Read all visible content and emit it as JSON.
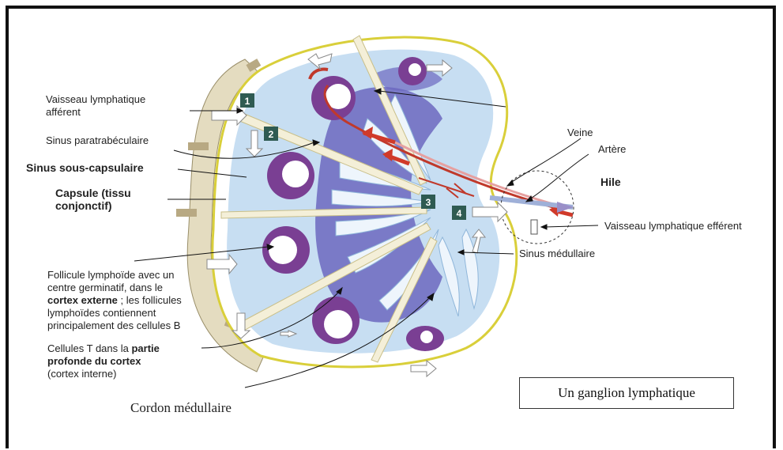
{
  "labels": {
    "vaisseau_afferent_1": "Vaisseau lymphatique",
    "vaisseau_afferent_2": "afférent",
    "sinus_paratrabeculaire": "Sinus paratrabéculaire",
    "sinus_sous_capsulaire": "Sinus sous-capsulaire",
    "capsule_1": "Capsule (tissu",
    "capsule_2": "conjonctif)",
    "follicule_1": "Follicule lymphoïde avec un",
    "follicule_2": "centre germinatif, dans le",
    "follicule_3_bold": "cortex externe",
    "follicule_3_rest": " ; les follicules",
    "follicule_4": "lymphoïdes contiennent",
    "follicule_5": "principalement des cellules B",
    "cellules_t_1": "Cellules T dans la ",
    "cellules_t_1_bold": "partie",
    "cellules_t_2": "profonde du cortex",
    "cellules_t_3": "(cortex interne)",
    "cordon_medullaire": "Cordon médullaire",
    "veine": "Veine",
    "artere": "Artère",
    "hile": "Hile",
    "vaisseau_efferent": "Vaisseau lymphatique efférent",
    "sinus_medullaire": "Sinus médullaire"
  },
  "markers": [
    "1",
    "2",
    "3",
    "4"
  ],
  "title": "Un ganglion lymphatique",
  "colors": {
    "capsule": "#e4dcc0",
    "cortex": "#c7def2",
    "follicle": "#7a3f93",
    "deep_cortex": "#6c68c0",
    "artery": "#c0392b",
    "marker": "#2f5b52",
    "trabecula": "#f4efd8"
  }
}
